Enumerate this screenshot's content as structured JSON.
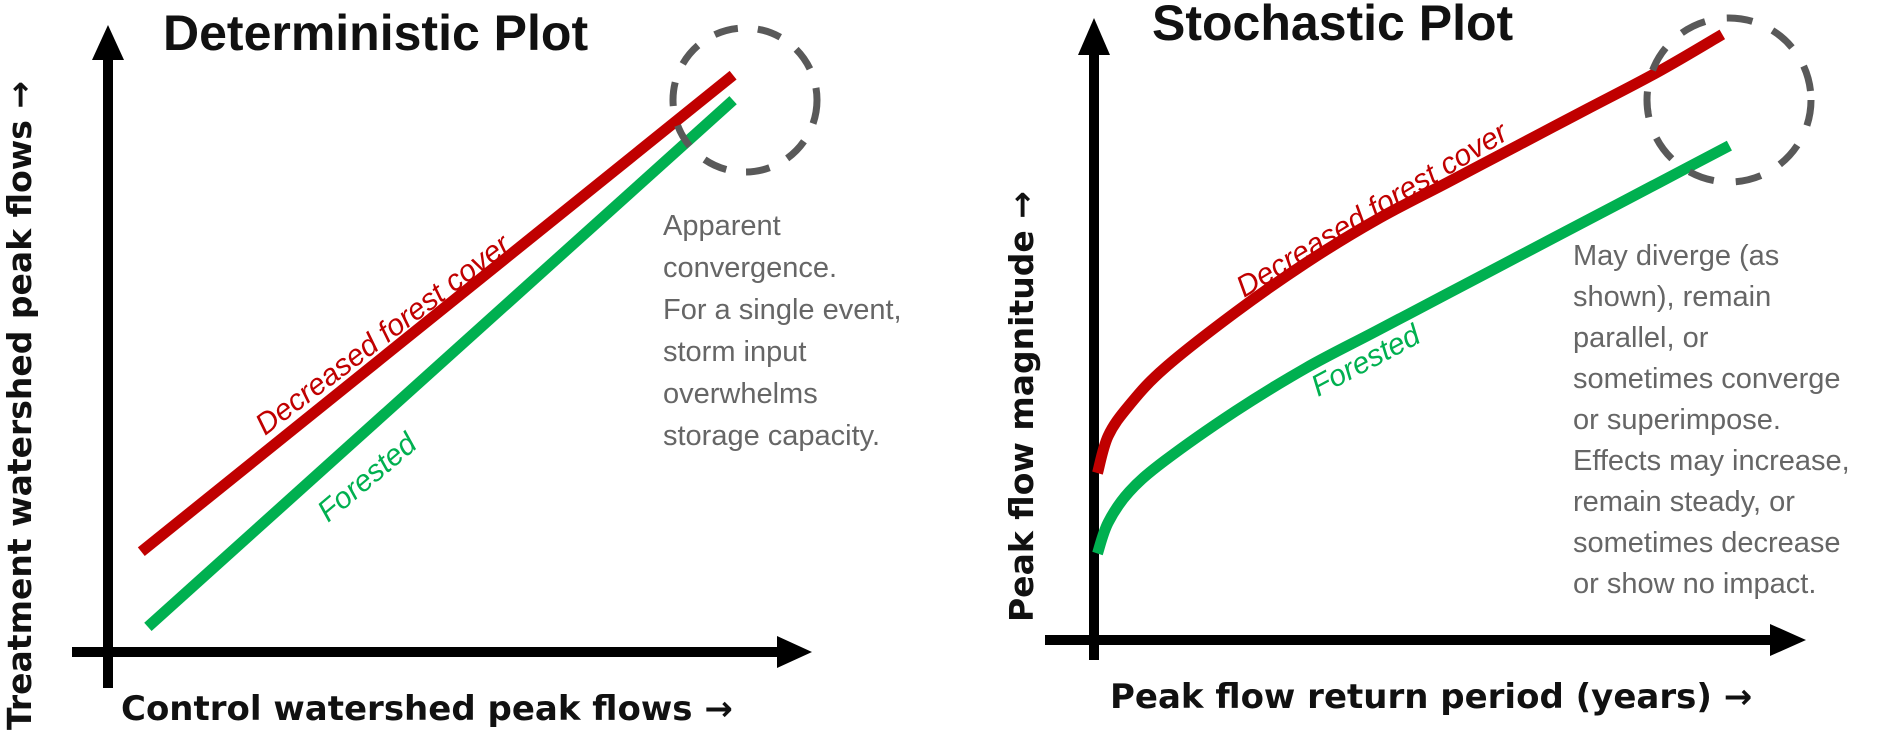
{
  "figure": {
    "colors": {
      "decreased_forest_cover": "#c00000",
      "forested": "#00b050",
      "axis": "#000000",
      "note_text": "#666666",
      "highlight_circle": "#595959"
    }
  },
  "chart_data": [
    {
      "type": "line",
      "title": "Deterministic Plot",
      "xlabel": "Control watershed peak flows →",
      "ylabel": "Treatment watershed peak flows →",
      "xlim": [
        0,
        1
      ],
      "ylim": [
        0,
        1
      ],
      "grid": false,
      "ticks": false,
      "series": [
        {
          "name": "Decreased forest cover",
          "color": "#c00000",
          "x": [
            0.05,
            0.94
          ],
          "y": [
            0.16,
            0.92
          ]
        },
        {
          "name": "Forested",
          "color": "#00b050",
          "x": [
            0.06,
            0.94
          ],
          "y": [
            0.04,
            0.88
          ]
        }
      ],
      "highlight": {
        "shape": "dashed-circle",
        "center": [
          0.9,
          0.88
        ],
        "label": "apparent convergence"
      },
      "annotation": "Apparent convergence. For a single event, storm input overwhelms storage capacity.",
      "annotation_lines": [
        "Apparent",
        "convergence.",
        "For a single event,",
        "storm input",
        "overwhelms",
        "storage capacity."
      ]
    },
    {
      "type": "line",
      "title": "Stochastic Plot",
      "xlabel": "Peak flow return period (years) →",
      "ylabel": "Peak flow magnitude →",
      "xlim": [
        0,
        1
      ],
      "ylim": [
        0,
        1
      ],
      "grid": false,
      "ticks": false,
      "series": [
        {
          "name": "Decreased forest cover",
          "color": "#c00000",
          "x": [
            0.005,
            0.02,
            0.05,
            0.1,
            0.2,
            0.3,
            0.4,
            0.5,
            0.6,
            0.7,
            0.8,
            0.89
          ],
          "y": [
            0.27,
            0.33,
            0.38,
            0.44,
            0.53,
            0.61,
            0.68,
            0.74,
            0.8,
            0.86,
            0.92,
            0.98
          ]
        },
        {
          "name": "Forested",
          "color": "#00b050",
          "x": [
            0.005,
            0.02,
            0.05,
            0.1,
            0.2,
            0.3,
            0.4,
            0.5,
            0.6,
            0.7,
            0.8,
            0.9
          ],
          "y": [
            0.14,
            0.19,
            0.24,
            0.29,
            0.37,
            0.44,
            0.5,
            0.56,
            0.62,
            0.68,
            0.74,
            0.8
          ]
        }
      ],
      "highlight": {
        "shape": "dashed-circle",
        "center": [
          0.89,
          0.88
        ],
        "label": "divergence"
      },
      "annotation": "May diverge (as shown), remain parallel, or sometimes converge or superimpose. Effects may increase, remain steady, or sometimes decrease or show no impact.",
      "annotation_lines": [
        "May diverge (as",
        "shown), remain",
        "parallel, or",
        "sometimes converge",
        "or superimpose.",
        "Effects may increase,",
        "remain steady, or",
        "sometimes decrease",
        "or show no impact."
      ]
    }
  ]
}
